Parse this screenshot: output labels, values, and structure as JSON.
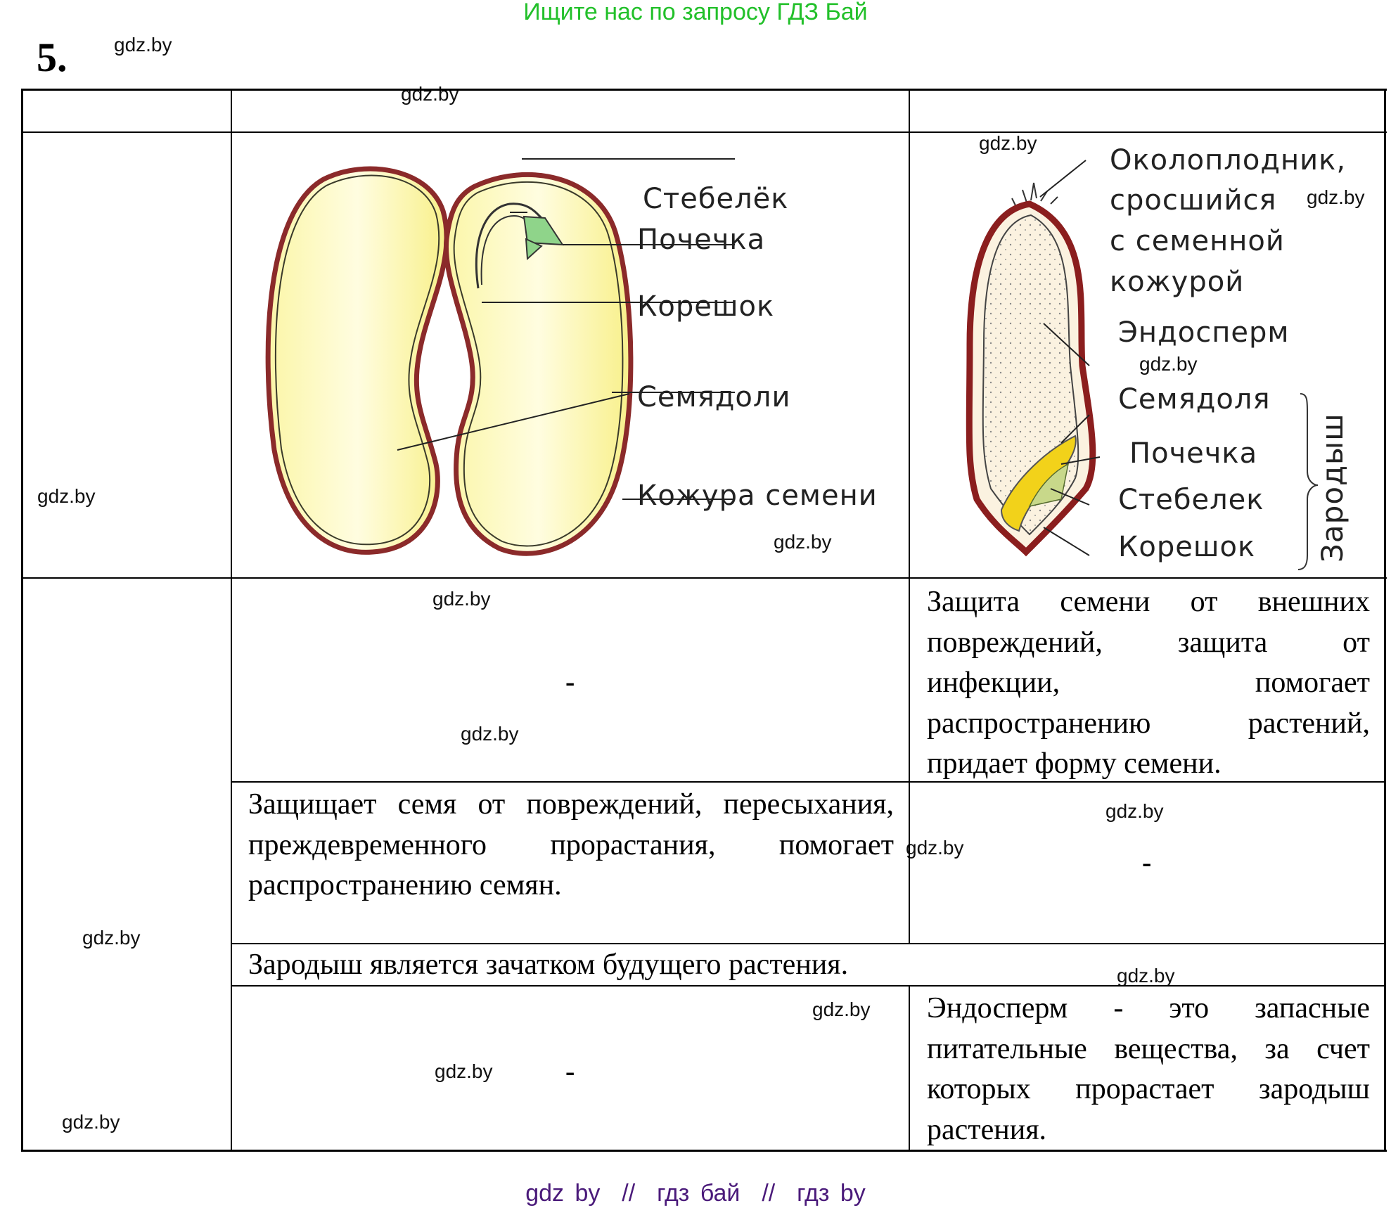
{
  "banner": {
    "text": "Ищите нас по запросу ГДЗ Бай",
    "color": "#22c02a"
  },
  "task": {
    "number": "5."
  },
  "watermark": "gdz.by",
  "table": {
    "header": [
      "",
      "",
      ""
    ],
    "bean_diagram": {
      "labels": [
        "Стебелёк",
        "Почечка",
        "Корешок",
        "Семядоли",
        "Кожура семени"
      ]
    },
    "grain_diagram": {
      "labels": [
        "Околоплодник,",
        "сросшийся",
        "с семенной",
        "кожурой",
        "Эндосперм",
        "Семядоля",
        "Почечка",
        "Стебелек",
        "Корешок"
      ],
      "bracket_label": "Зародыш"
    },
    "rows": [
      {
        "col2": "-",
        "col3": "Защита семени от внешних повреждений, защита от инфекции, помогает распространению растений, придает форму семени."
      },
      {
        "col2": "Защищает семя от повреждений, пересыхания, преждевременного прорастания, помогает распространению семян.",
        "col3": "-"
      },
      {
        "merged": "Зародыш является зачатком будущего растения."
      },
      {
        "col2": "-",
        "col3": "Эндосперм - это запасные питательные вещества, за счет которых прорастает зародыш растения."
      }
    ]
  },
  "footer": {
    "text": "gdz by  //  гдз бай  //  гдз by",
    "color": "#4a1a7a"
  },
  "colors": {
    "seed_coat": "#8b2a2a",
    "cotyledon": "#fdf7b0",
    "bud": "#8fd48a",
    "embryo": "#f2d21a"
  }
}
